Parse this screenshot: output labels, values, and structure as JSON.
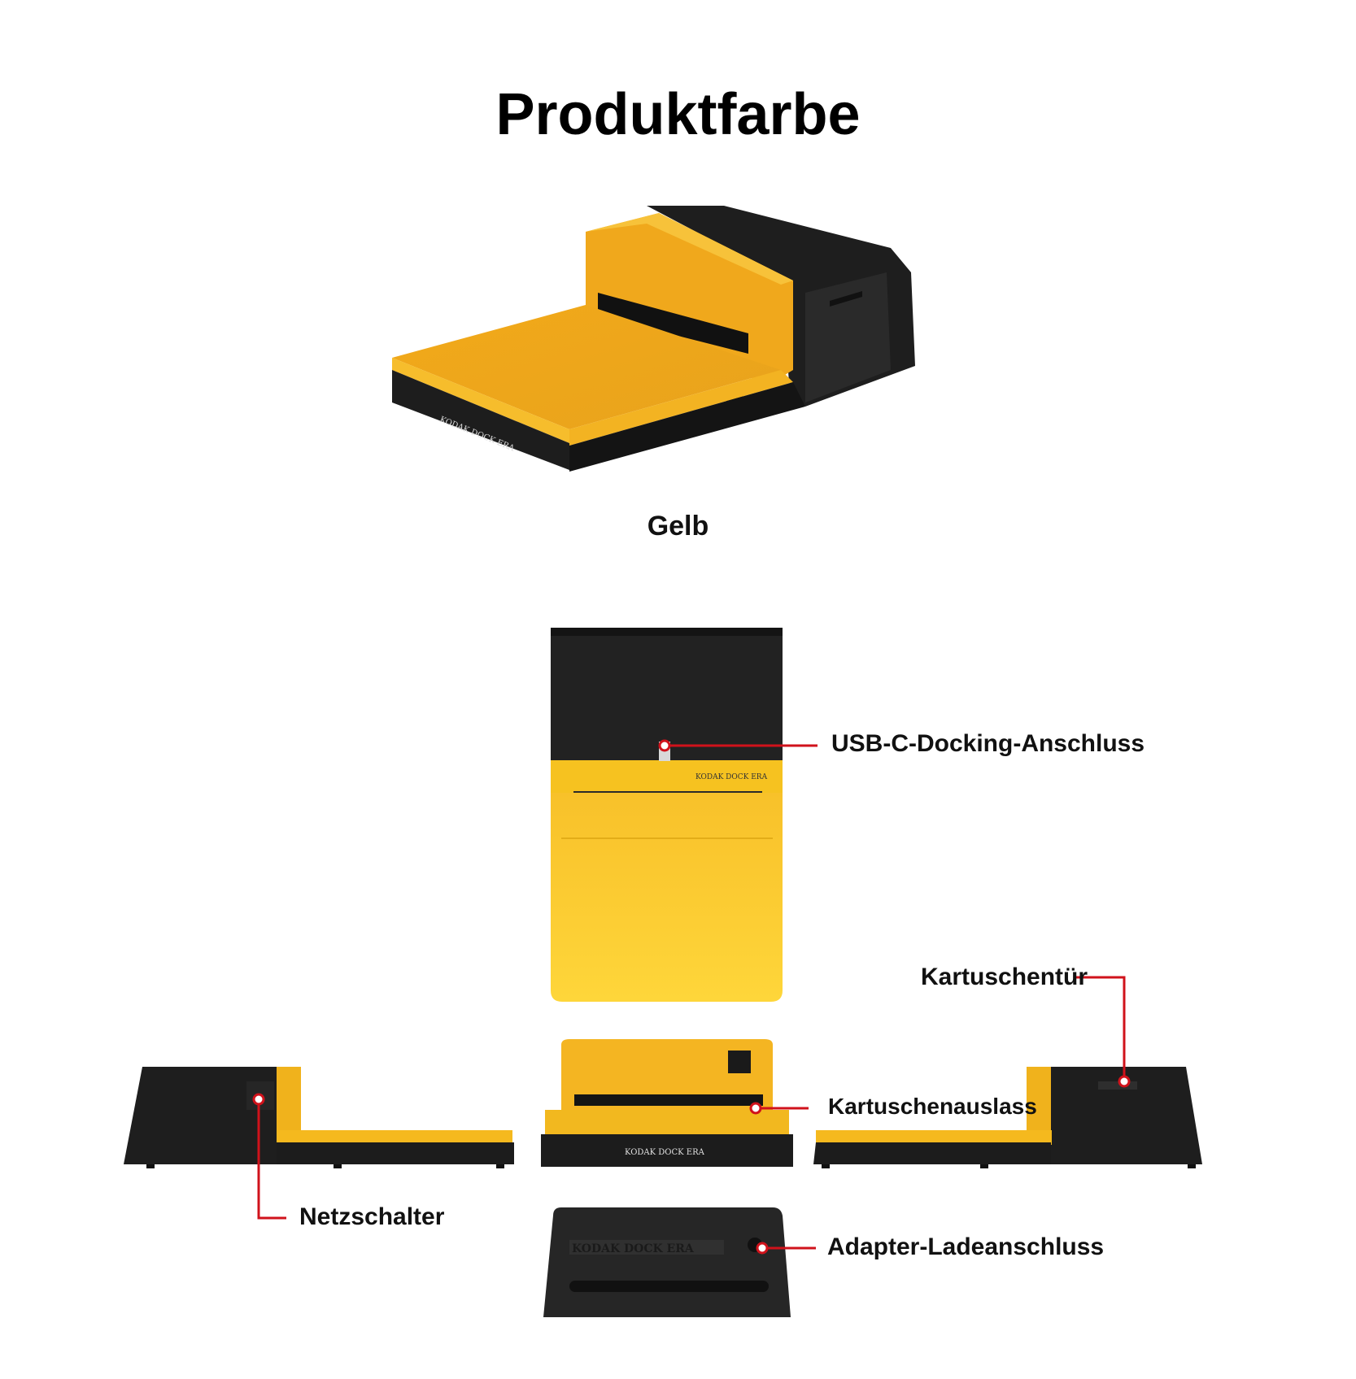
{
  "heading": "Produktfarbe",
  "color_caption": "Gelb",
  "colors": {
    "device_yellow": "#f4b21b",
    "device_black": "#1c1c1c",
    "callout_red": "#d0121b"
  },
  "device_branding": "KODAK DOCK ERA",
  "callouts": {
    "usb_c": "USB-C-Docking-Anschluss",
    "cartridge_door": "Kartuschentür",
    "cartridge_outlet": "Kartuschenauslass",
    "power_switch": "Netzschalter",
    "adapter_port": "Adapter-Ladeanschluss"
  }
}
